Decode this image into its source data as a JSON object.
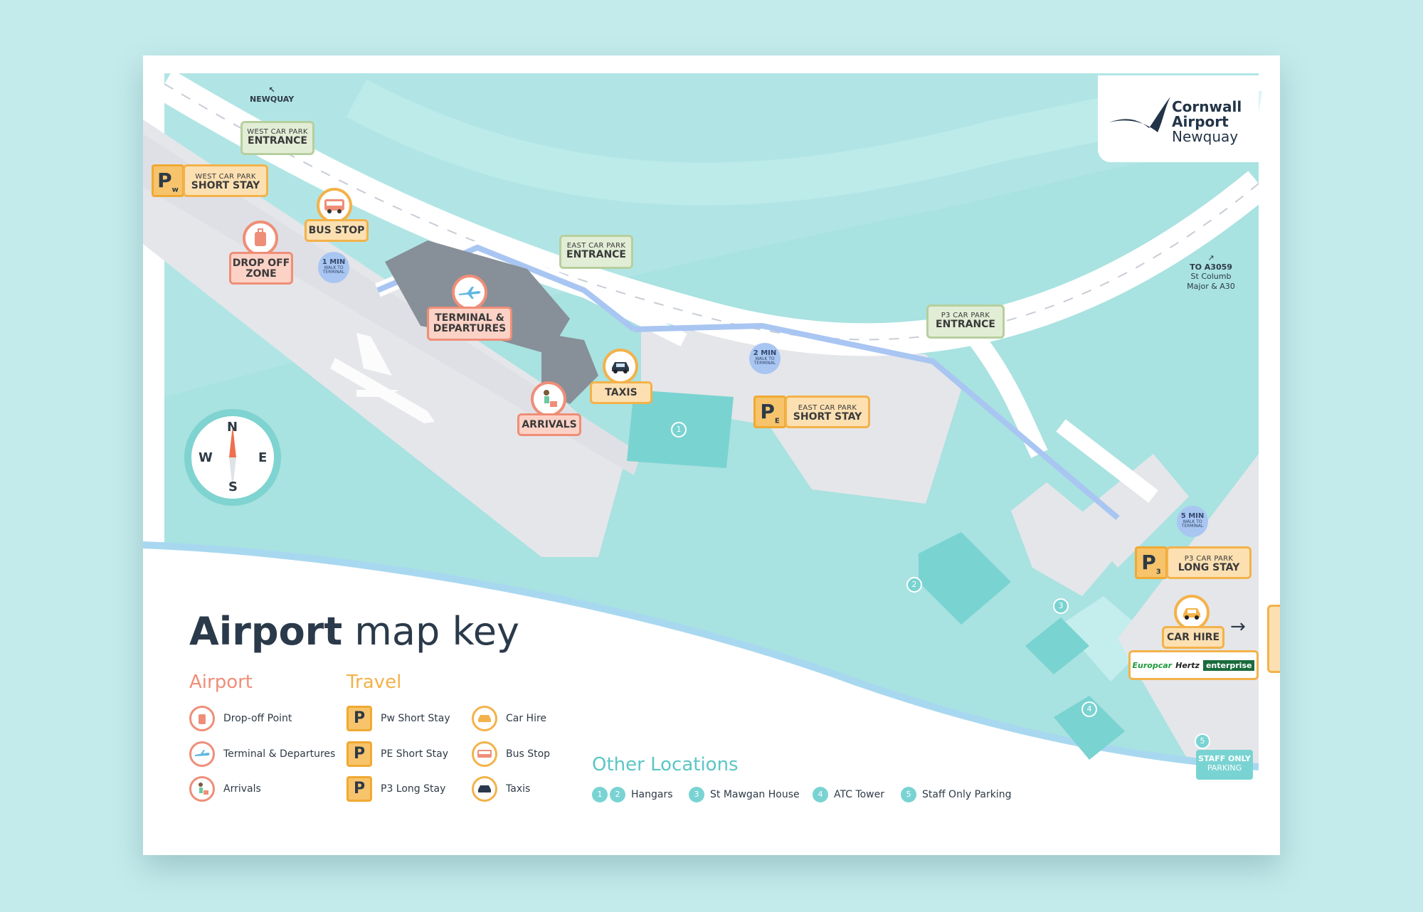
{
  "brand": {
    "line1": "Cornwall",
    "line2": "Airport",
    "line3": "Newquay"
  },
  "map_labels": {
    "newquay": "NEWQUAY",
    "west_entrance_small": "WEST CAR PARK",
    "west_entrance_big": "ENTRANCE",
    "west_short_small": "WEST CAR PARK",
    "west_short_big": "SHORT STAY",
    "bus_stop": "BUS STOP",
    "drop_off": "DROP OFF ZONE",
    "walk1": "1 MIN",
    "walk_sub": "WALK TO TERMINAL",
    "terminal": "TERMINAL & DEPARTURES",
    "east_entrance_small": "EAST CAR PARK",
    "east_entrance_big": "ENTRANCE",
    "taxis": "TAXIS",
    "arrivals": "ARRIVALS",
    "walk2": "2 MIN",
    "east_short_small": "EAST CAR PARK",
    "east_short_big": "SHORT STAY",
    "p3_entrance_small": "P3 CAR PARK",
    "p3_entrance_big": "ENTRANCE",
    "to_a3059": "TO A3059",
    "st_columb": "St Columb Major & A30",
    "walk5": "5 MIN",
    "p3_long_small": "P3 CAR PARK",
    "p3_long_big": "LONG STAY",
    "car_hire": "CAR HIRE",
    "europcar": "Europcar",
    "hertz": "Hertz",
    "enterprise": "enterprise",
    "staff_only": "STAFF ONLY",
    "parking": "PARKING",
    "compass_n": "N",
    "compass_s": "S",
    "compass_e": "E",
    "compass_w": "W",
    "n1": "1",
    "n2": "2",
    "n3": "3",
    "n4": "4",
    "n5": "5"
  },
  "key": {
    "title_bold": "Airport",
    "title_rest": " map key",
    "airport_heading": "Airport",
    "travel_heading": "Travel",
    "airport_items": [
      "Drop-off Point",
      "Terminal & Departures",
      "Arrivals"
    ],
    "travel_p_items": [
      "Pw Short Stay",
      "PE Short Stay",
      "P3 Long Stay"
    ],
    "travel_icon_items": [
      "Car Hire",
      "Bus Stop",
      "Taxis"
    ],
    "other_heading": "Other Locations",
    "other_items": [
      "Hangars",
      "St Mawgan House",
      "ATC Tower",
      "Staff Only Parking"
    ]
  },
  "colors": {
    "water": "#a8e2e1",
    "land": "#e5e6ea",
    "road": "#ffffff",
    "walk_path": "#a9c6f2",
    "orange": "#f3b24a",
    "salmon": "#ef8e78",
    "green": "#b6cf9e",
    "navy": "#2b3a4a"
  }
}
